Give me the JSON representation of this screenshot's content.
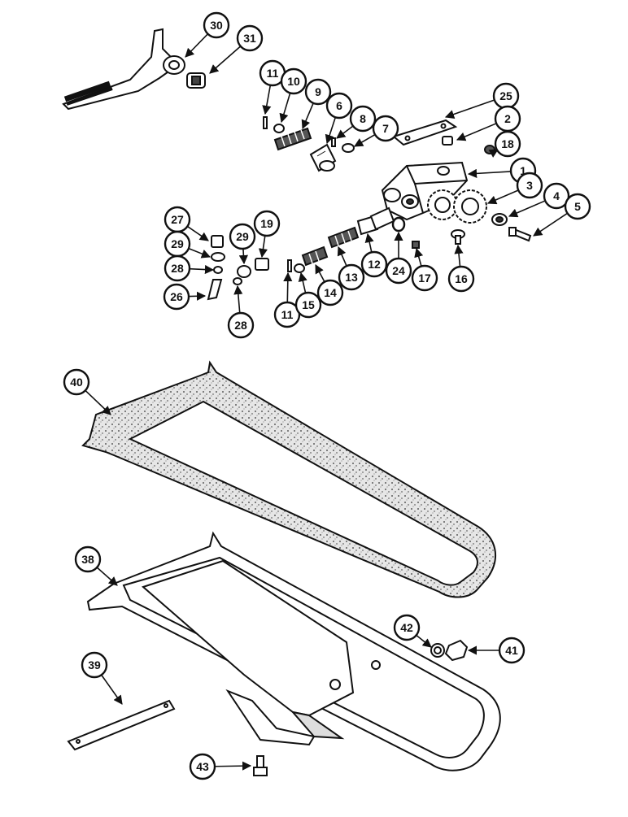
{
  "colors": {
    "ink": "#111111",
    "paper": "#ffffff",
    "gasket_fill": "#cfcfcf"
  },
  "callouts": [
    {
      "id": "c30",
      "label": "30"
    },
    {
      "id": "c31",
      "label": "31"
    },
    {
      "id": "c11a",
      "label": "11"
    },
    {
      "id": "c10",
      "label": "10"
    },
    {
      "id": "c9",
      "label": "9"
    },
    {
      "id": "c6",
      "label": "6"
    },
    {
      "id": "c8",
      "label": "8"
    },
    {
      "id": "c7",
      "label": "7"
    },
    {
      "id": "c25",
      "label": "25"
    },
    {
      "id": "c2",
      "label": "2"
    },
    {
      "id": "c18",
      "label": "18"
    },
    {
      "id": "c1",
      "label": "1"
    },
    {
      "id": "c3",
      "label": "3"
    },
    {
      "id": "c4",
      "label": "4"
    },
    {
      "id": "c5",
      "label": "5"
    },
    {
      "id": "c27",
      "label": "27"
    },
    {
      "id": "c29a",
      "label": "29"
    },
    {
      "id": "c29b",
      "label": "29"
    },
    {
      "id": "c19",
      "label": "19"
    },
    {
      "id": "c28a",
      "label": "28"
    },
    {
      "id": "c26",
      "label": "26"
    },
    {
      "id": "c28b",
      "label": "28"
    },
    {
      "id": "c11b",
      "label": "11"
    },
    {
      "id": "c15",
      "label": "15"
    },
    {
      "id": "c14",
      "label": "14"
    },
    {
      "id": "c13",
      "label": "13"
    },
    {
      "id": "c12",
      "label": "12"
    },
    {
      "id": "c24",
      "label": "24"
    },
    {
      "id": "c17",
      "label": "17"
    },
    {
      "id": "c16",
      "label": "16"
    },
    {
      "id": "c40",
      "label": "40"
    },
    {
      "id": "c38",
      "label": "38"
    },
    {
      "id": "c42",
      "label": "42"
    },
    {
      "id": "c41",
      "label": "41"
    },
    {
      "id": "c39",
      "label": "39"
    },
    {
      "id": "c43",
      "label": "43"
    }
  ]
}
